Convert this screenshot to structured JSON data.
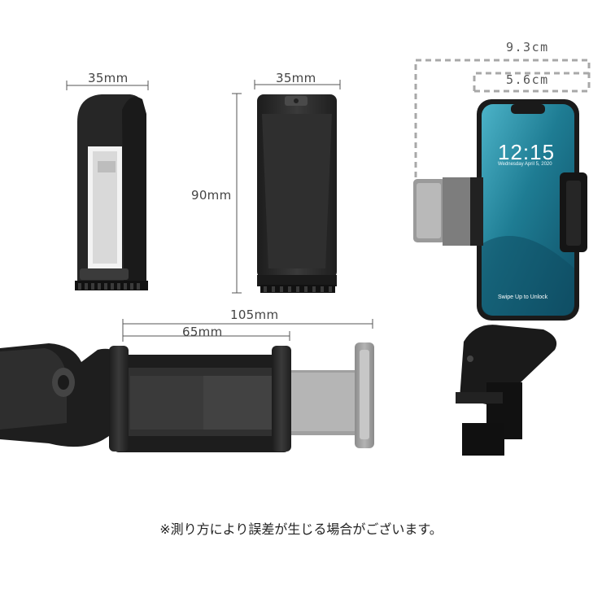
{
  "dimensions": {
    "side_width": "35mm",
    "back_width": "35mm",
    "back_height": "90mm",
    "extended_width": "105mm",
    "closed_width": "65mm",
    "phone_total_width": "9.3cm",
    "phone_inner_width": "5.6cm"
  },
  "phone_screen": {
    "time": "12:15",
    "date": "Wednesday April 5, 2020",
    "unlock_text": "Swipe Up to Unlock"
  },
  "note": "※測り方により誤差が生じる場合がございます。",
  "colors": {
    "clip_dark": "#2b2b2b",
    "clip_ghost": "#9a9a9a",
    "dimension_line": "#555555",
    "dashed_frame": "#a8a8a8",
    "screen_teal": "#1f7f95"
  }
}
